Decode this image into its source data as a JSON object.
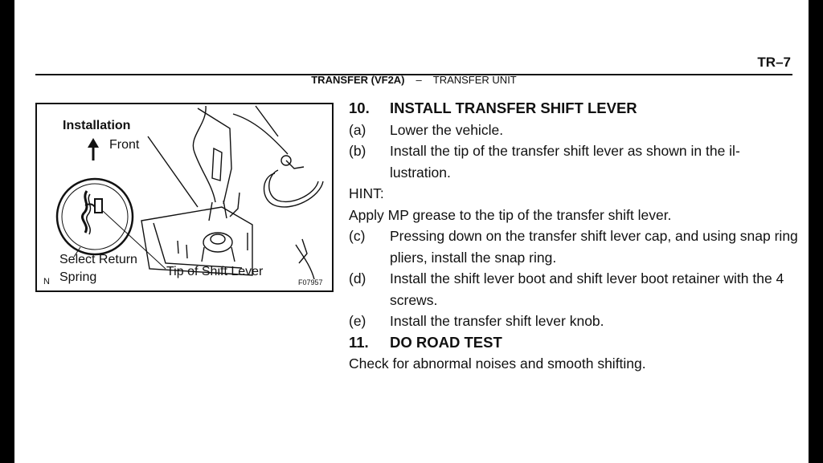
{
  "header": {
    "page_code": "TR–7",
    "section": "TRANSFER (VF2A)",
    "separator": "–",
    "subsection": "TRANSFER UNIT"
  },
  "figure": {
    "label_installation": "Installation",
    "label_front": "Front",
    "label_select_return": "Select Return",
    "label_spring": "Spring",
    "label_tip": "Tip of Shift Lever",
    "label_n": "N",
    "figure_code": "F07957"
  },
  "steps": {
    "s10": {
      "num": "10.",
      "text": "INSTALL TRANSFER SHIFT LEVER"
    },
    "a": {
      "num": "(a)",
      "text": "Lower the vehicle."
    },
    "b": {
      "num": "(b)",
      "text": "Install the tip of the transfer shift lever as shown in the il- lustration."
    },
    "hint_label": "HINT:",
    "hint_text": "Apply MP grease to the tip of the transfer shift lever.",
    "c": {
      "num": "(c)",
      "text": "Pressing down on the transfer shift lever cap, and using snap ring pliers, install the snap ring."
    },
    "d": {
      "num": "(d)",
      "text": "Install the shift lever boot and shift lever boot retainer with the 4 screws."
    },
    "e": {
      "num": "(e)",
      "text": "Install the transfer shift lever knob."
    },
    "s11": {
      "num": "11.",
      "text": "DO ROAD TEST"
    },
    "final": "Check for abnormal noises and smooth shifting."
  }
}
